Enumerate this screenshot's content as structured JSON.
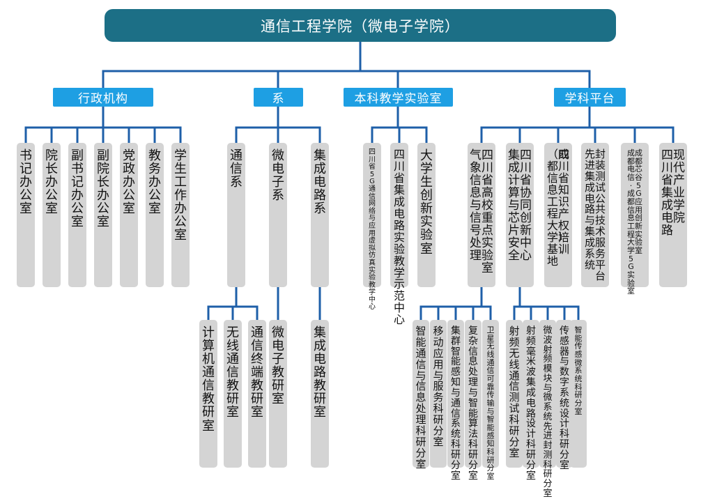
{
  "colors": {
    "root_bg": "#1c6f86",
    "category_bg": "#1e9fe3",
    "line": "#1e5fa8",
    "box_bg": "#d4d4d4"
  },
  "root": "通信工程学院（微电子学院）",
  "categories": [
    {
      "title": "行政机构",
      "items": [
        {
          "lines": [
            "书记办公室"
          ]
        },
        {
          "lines": [
            "院长办公室"
          ]
        },
        {
          "lines": [
            "副书记办公室"
          ]
        },
        {
          "lines": [
            "副院长办公室"
          ]
        },
        {
          "lines": [
            "党政办公室"
          ]
        },
        {
          "lines": [
            "教务办公室"
          ]
        },
        {
          "lines": [
            "学生工作办公室"
          ]
        }
      ]
    },
    {
      "title": "系",
      "items": [
        {
          "lines": [
            "通信系"
          ],
          "children": [
            {
              "lines": [
                "计算机通信教研室"
              ]
            },
            {
              "lines": [
                "无线通信教研室"
              ]
            },
            {
              "lines": [
                "通信终端教研室"
              ]
            }
          ]
        },
        {
          "lines": [
            "微电子系"
          ],
          "children": [
            {
              "lines": [
                "微电子教研室"
              ]
            }
          ]
        },
        {
          "lines": [
            "集成电路系"
          ],
          "children": [
            {
              "lines": [
                "集成电路教研室"
              ]
            }
          ]
        }
      ]
    },
    {
      "title": "本科教学实验室",
      "items": [
        {
          "lines": [
            "四川省5G通信网络与应用虚拟仿真实验教学中心"
          ]
        },
        {
          "lines": [
            "四川省集成电路实验教学示范中心"
          ]
        },
        {
          "lines": [
            "大学生创新实验室"
          ]
        }
      ]
    },
    {
      "title": "学科平台",
      "items": [
        {
          "lines": [
            "四川省高校重点实验室",
            "气象信息与信号处理"
          ],
          "children": [
            {
              "lines": [
                "智能通信与信息处理科研分室"
              ]
            },
            {
              "lines": [
                "移动应用与服务科研分室"
              ]
            },
            {
              "lines": [
                "集群智能感知与通信系统科研分室"
              ]
            },
            {
              "lines": [
                "复杂信息处理与智能算法科研分室"
              ]
            },
            {
              "lines": [
                "卫星无线通信可靠传输与智能感知科研分室"
              ]
            }
          ]
        },
        {
          "lines": [
            "四川省协同创新中心",
            "集成计算与芯片安全"
          ],
          "children": [
            {
              "lines": [
                "射频无线通信测试科研分室"
              ]
            },
            {
              "lines": [
                "射频毫米波集成电路设计科研分室"
              ]
            },
            {
              "lines": [
                "微波射频模块与微系统先进封测科研分室"
              ]
            },
            {
              "lines": [
                "传感器与数字系统设计科研分室"
              ]
            },
            {
              "lines": [
                "智能传感微系统科研分室"
              ]
            }
          ]
        },
        {
          "lines": [
            "四川省知识产权培训",
            "（成都信息工程大学）基地"
          ]
        },
        {
          "lines": [
            "封装测试公共技术服务平台",
            "先进集成电路与集成系统"
          ]
        },
        {
          "lines": [
            "成都芯谷5G应用创新实验室",
            "成都电信·成都信息工程大学5G实验室"
          ]
        },
        {
          "lines": [
            "现代产业学院",
            "四川省集成电路"
          ]
        }
      ]
    }
  ]
}
